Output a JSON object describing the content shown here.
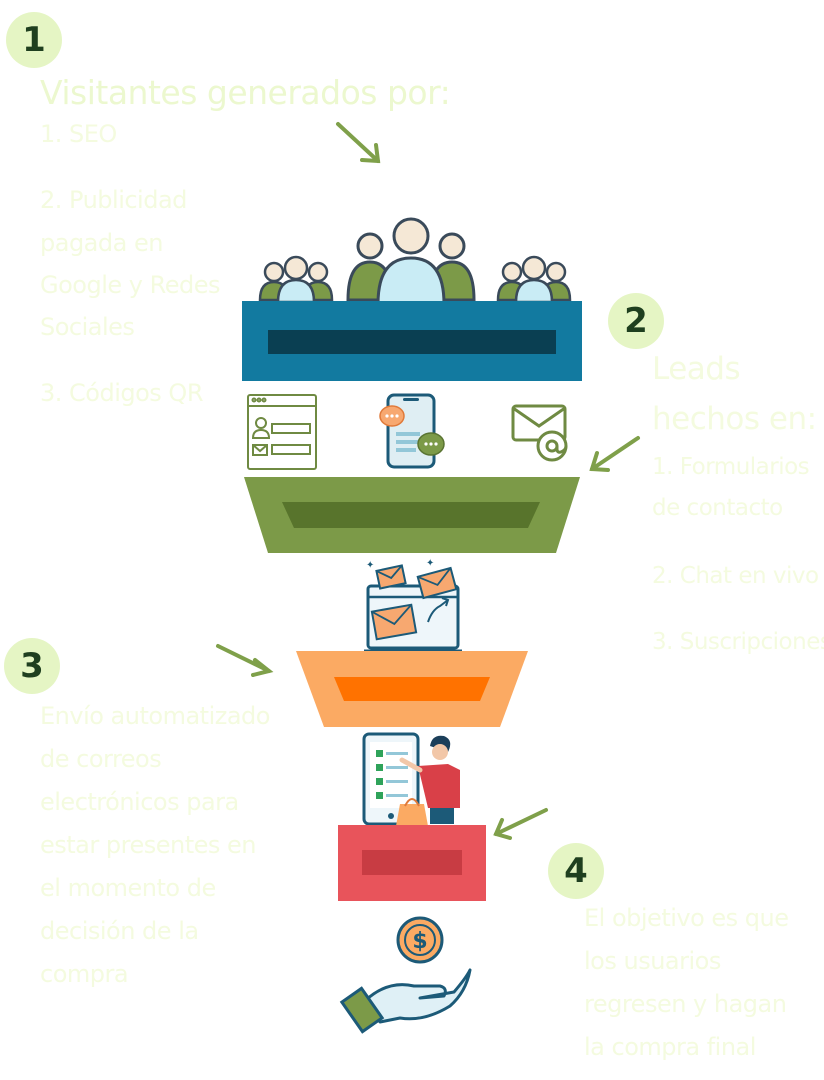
{
  "steps": [
    {
      "number": "1",
      "heading": "Visitantes generados por:",
      "lines": [
        "1. SEO",
        "2. Publicidad",
        "pagada en",
        "Google y Redes",
        "Sociales",
        "3. Códigos QR"
      ]
    },
    {
      "number": "2",
      "heading_lines": [
        "Leads",
        "hechos en:"
      ],
      "lines": [
        "1. Formularios",
        "de contacto",
        "2. Chat en vivo",
        "3. Suscripciones"
      ]
    },
    {
      "number": "3",
      "lines": [
        "Envío automatizado",
        "de correos",
        "electrónicos para",
        "estar presentes en",
        "el momento de",
        "decisión de la",
        "compra"
      ]
    },
    {
      "number": "4",
      "lines": [
        "El objetivo es que",
        "los usuarios",
        "regresen y hagan",
        "la compra final"
      ]
    }
  ],
  "colors": {
    "funnel_level_1": "#127aa0",
    "funnel_level_1_slot": "#0a3f52",
    "funnel_level_2": "#7c9a48",
    "funnel_level_2_slot": "#58742c",
    "funnel_level_3": "#fbaa63",
    "funnel_level_3_slot": "#ff7200",
    "funnel_level_4": "#e8545b",
    "funnel_level_4_slot": "#c83c43",
    "badge": "#e5f5c4",
    "text": "#f4fbdf",
    "arrow": "#7fa04a"
  },
  "icons": [
    "users-group-icon",
    "contact-form-icon",
    "chat-phone-icon",
    "email-at-icon",
    "email-automation-icon",
    "checklist-shopper-icon",
    "hand-dollar-icon"
  ]
}
